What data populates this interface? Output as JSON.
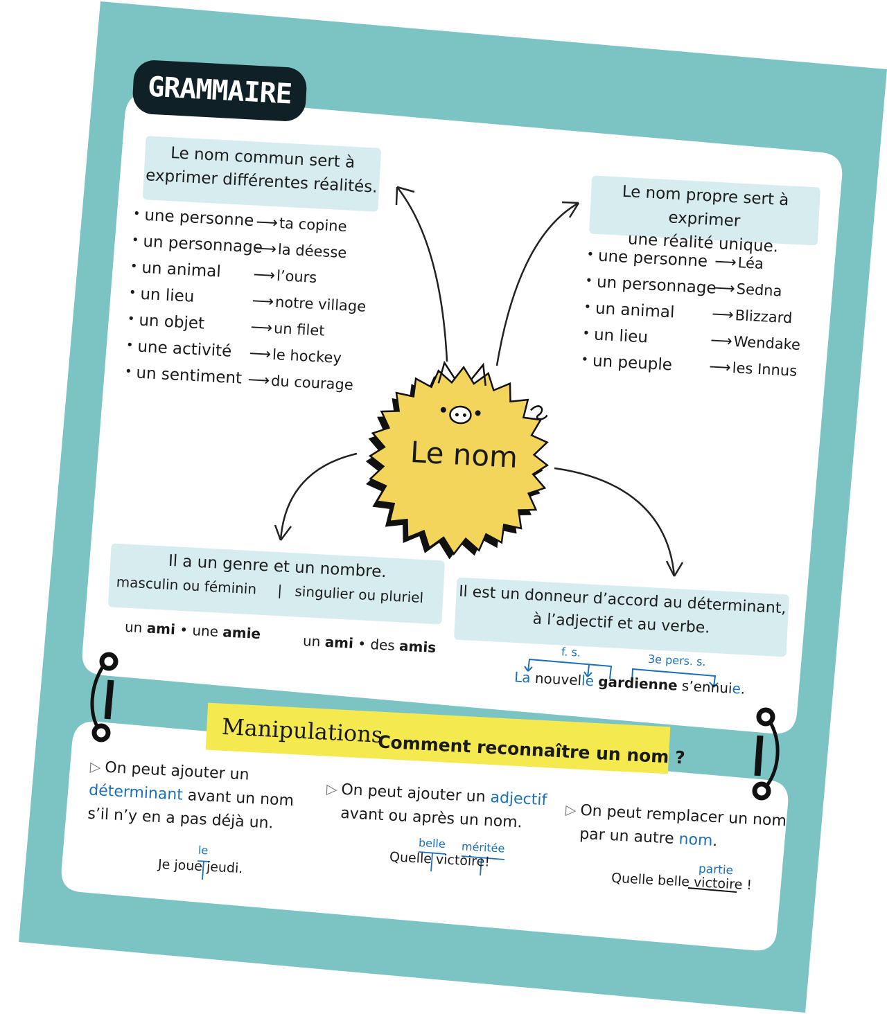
{
  "title": "GRAMMAIRE",
  "center": {
    "label": "Le nom"
  },
  "common": {
    "heading": [
      "Le nom commun sert à",
      "exprimer différentes réalités."
    ],
    "items": [
      {
        "kind": "une personne",
        "example": "ta copine"
      },
      {
        "kind": "un personnage",
        "example": "la déesse"
      },
      {
        "kind": "un animal",
        "example": "l’ours"
      },
      {
        "kind": "un lieu",
        "example": "notre village"
      },
      {
        "kind": "un objet",
        "example": "un filet"
      },
      {
        "kind": "une activité",
        "example": "le hockey"
      },
      {
        "kind": "un sentiment",
        "example": "du courage"
      }
    ]
  },
  "proper": {
    "heading": [
      "Le nom propre sert à exprimer",
      "une réalité unique."
    ],
    "items": [
      {
        "kind": "une personne",
        "example": "Léa"
      },
      {
        "kind": "un personnage",
        "example": "Sedna"
      },
      {
        "kind": "un animal",
        "example": "Blizzard"
      },
      {
        "kind": "un lieu",
        "example": "Wendake"
      },
      {
        "kind": "un peuple",
        "example": "les Innus"
      }
    ]
  },
  "gender": {
    "heading": "Il a un genre et un nombre.",
    "left": "masculin ou féminin",
    "sep": "|",
    "right": "singulier ou pluriel",
    "ex1": {
      "a": "un",
      "b": "ami",
      "c": "• une",
      "d": "amie"
    },
    "ex2": {
      "a": "un",
      "b": "ami",
      "c": "• des",
      "d": "amis"
    }
  },
  "agreement": {
    "heading": [
      "Il est un donneur d’accord au déterminant,",
      "à l’adjectif et au verbe."
    ],
    "label1": "f. s.",
    "label2": "3e pers. s.",
    "sentence": {
      "w1": "La",
      "w2a": "nouvel",
      "w2b": "le",
      "w3": "gardienne",
      "w4a": "s’ennui",
      "w4b": "e",
      "w5": "."
    }
  },
  "manip": {
    "label": "Manipulations",
    "question": "Comment reconnaître un nom ?",
    "col1": {
      "line1": "On peut ajouter un",
      "blue": "déterminant",
      "line2": "avant un nom",
      "line3": "s’il n’y en a pas déjà un.",
      "insert": "le",
      "ex_a": "Je joue",
      "ex_b": "jeudi."
    },
    "col2": {
      "line1": "On peut ajouter un",
      "blue": "adjectif",
      "line2": "avant ou après un nom.",
      "insert1": "belle",
      "insert2": "méritée",
      "ex_a": "Quelle",
      "ex_b": "victoire",
      "ex_c": "!"
    },
    "col3": {
      "line1": "On peut remplacer un nom",
      "line2": "par un autre",
      "blue": "nom",
      "dot": ".",
      "insert": "partie",
      "ex_a": "Quelle belle",
      "ex_b": "victoire",
      "ex_c": " !"
    }
  },
  "colors": {
    "teal": "#7cc4c3",
    "note": "#d6ecee",
    "yellow": "#f4ea50",
    "sun": "#f2d55a",
    "blue": "#1d6fb6",
    "dark": "#0f2127"
  }
}
